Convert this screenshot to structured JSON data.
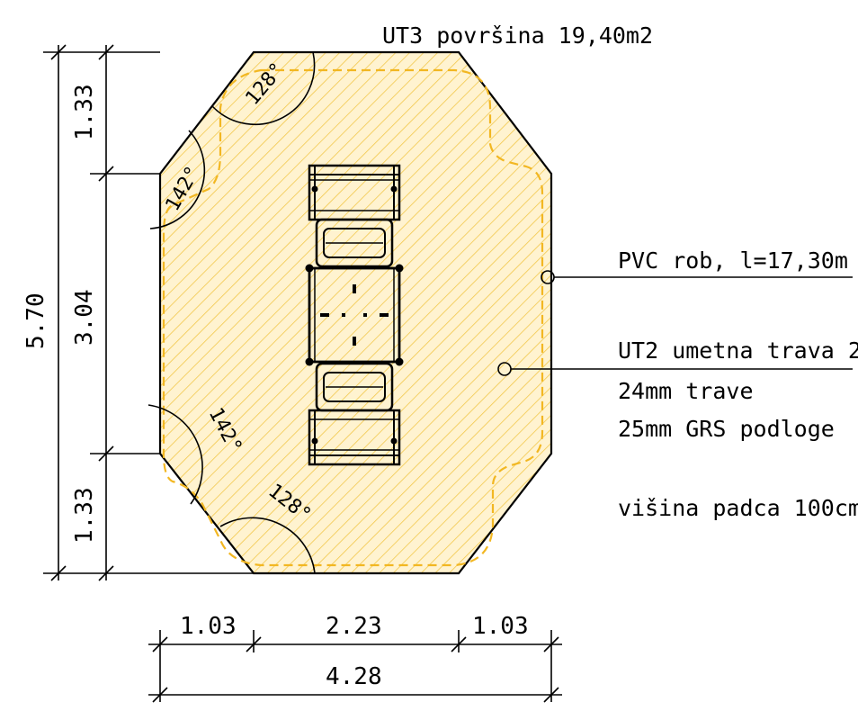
{
  "labels": {
    "area_title": "UT3 površina 19,40m2",
    "pvc_edge": "PVC rob, l=17,30m",
    "turf_line1": "UT2 umetna trava 2",
    "turf_line2": "24mm trave",
    "turf_line3": "25mm GRS podloge",
    "fall_height": "višina padca 100cm"
  },
  "dimensions": {
    "total_height": "5.70",
    "segment_top": "1.33",
    "segment_middle": "3.04",
    "segment_bottom": "1.33",
    "width_left": "1.03",
    "width_middle": "2.23",
    "width_right": "1.03",
    "total_width": "4.28"
  },
  "angles": {
    "top_edge": "128°",
    "upper_side": "142°",
    "lower_side": "142°",
    "bottom_edge": "128°"
  },
  "colors": {
    "fill": "#FFF3D0",
    "hatch": "#F2C84B",
    "dashed_border": "#F2B722",
    "lines": "#000000"
  }
}
